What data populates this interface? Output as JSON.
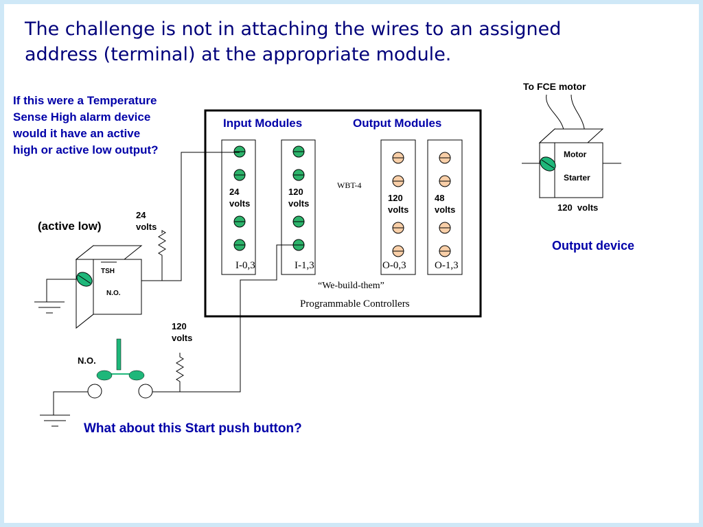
{
  "title": "The challenge is not in attaching the wires to an assigned address (terminal) at the appropriate module.",
  "question_left": "If this were a Temperature Sense High alarm device would it have an active high or active low output?",
  "active_low": "(active low)",
  "tsh": {
    "supply_value": "24",
    "supply_unit": "volts",
    "device_label": "TSH",
    "contact_label": "N.O."
  },
  "pushbutton": {
    "supply_value": "120",
    "supply_unit": "volts",
    "contact_label": "N.O.",
    "question": "What about this Start  push button?"
  },
  "plc": {
    "input_header": "Input Modules",
    "output_header": "Output Modules",
    "model": "WBT-4",
    "brand_line1": "“We-build-them”",
    "brand_line2": "Programmable Controllers",
    "modules": [
      {
        "address": "I-0,3",
        "voltage": "24",
        "unit": "volts",
        "kind": "input"
      },
      {
        "address": "I-1,3",
        "voltage": "120",
        "unit": "volts",
        "kind": "input"
      },
      {
        "address": "O-0,3",
        "voltage": "120",
        "unit": "volts",
        "kind": "output"
      },
      {
        "address": "O-1,3",
        "voltage": "48",
        "unit": "volts",
        "kind": "output"
      }
    ]
  },
  "motor": {
    "top_label": "To FCE motor",
    "line1": "Motor",
    "line2": "Starter",
    "voltage": "120  volts",
    "device_caption": "Output device"
  },
  "colors": {
    "title": "#00007a",
    "question": "#0000a8",
    "input_terminal": "#2db36b",
    "output_terminal": "#f9cfa8",
    "device_green": "#1fb77a",
    "frame": "#cfe8f7"
  }
}
